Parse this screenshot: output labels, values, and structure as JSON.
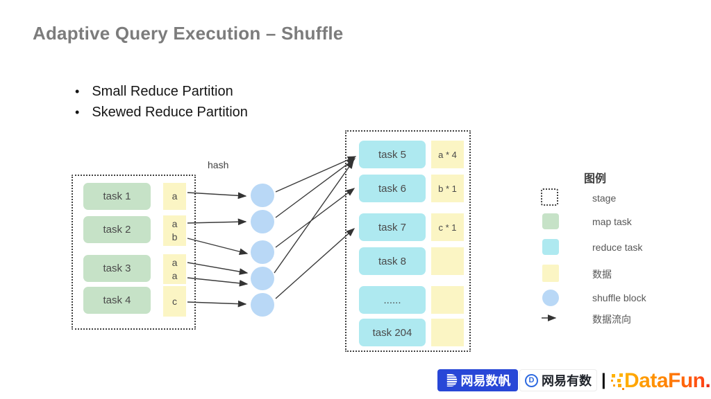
{
  "title": "Adaptive Query Execution – Shuffle",
  "bullets": [
    "Small Reduce Partition",
    "Skewed Reduce Partition"
  ],
  "diagram": {
    "hash_label": "hash",
    "map_tasks": [
      {
        "label": "task 1",
        "data": [
          "a"
        ]
      },
      {
        "label": "task 2",
        "data": [
          "a",
          "b"
        ]
      },
      {
        "label": "task 3",
        "data": [
          "a",
          "a"
        ]
      },
      {
        "label": "task 4",
        "data": [
          "c"
        ]
      }
    ],
    "shuffle_blocks_count": 5,
    "reduce_tasks": [
      {
        "label": "task 5",
        "data": "a * 4"
      },
      {
        "label": "task 6",
        "data": "b * 1"
      },
      {
        "label": "task 7",
        "data": "c * 1"
      },
      {
        "label": "task 8",
        "data": ""
      },
      {
        "label": "......",
        "data": ""
      },
      {
        "label": "task 204",
        "data": ""
      }
    ],
    "flows": [
      "task1.a -> block1",
      "task2.a -> block2",
      "task2.b -> block3",
      "task3.a -> block4",
      "task3.a -> block4",
      "task4.c -> block5",
      "block1 -> task 5",
      "block2 -> task 5",
      "block4 -> task 5",
      "block3 -> task 6",
      "block5 -> task 7"
    ],
    "colors": {
      "map_task": "#c6e2c7",
      "reduce_task": "#aee9f0",
      "data": "#fbf5c4",
      "shuffle_block": "#b9d8f6",
      "arrow": "#3a3a3a"
    }
  },
  "legend": {
    "title": "图例",
    "items": [
      {
        "swatch": "stage-dotted-box",
        "label": "stage"
      },
      {
        "swatch": "map-task-green",
        "label": "map task"
      },
      {
        "swatch": "reduce-task-cyan",
        "label": "reduce task"
      },
      {
        "swatch": "data-yellow",
        "label": "数据"
      },
      {
        "swatch": "shuffle-block-blue",
        "label": "shuffle block"
      },
      {
        "swatch": "arrow",
        "label": "数据流向"
      }
    ]
  },
  "footer": {
    "logo1": "网易数帆",
    "logo2": "网易有数",
    "logo2_icon": "D",
    "separator": "|",
    "logo3_text": "DataFun",
    "logo3_suffix": ".",
    "logo1_bg": "#2847d7",
    "datafun_gradient": [
      "#ffb000",
      "#ff4316"
    ]
  }
}
